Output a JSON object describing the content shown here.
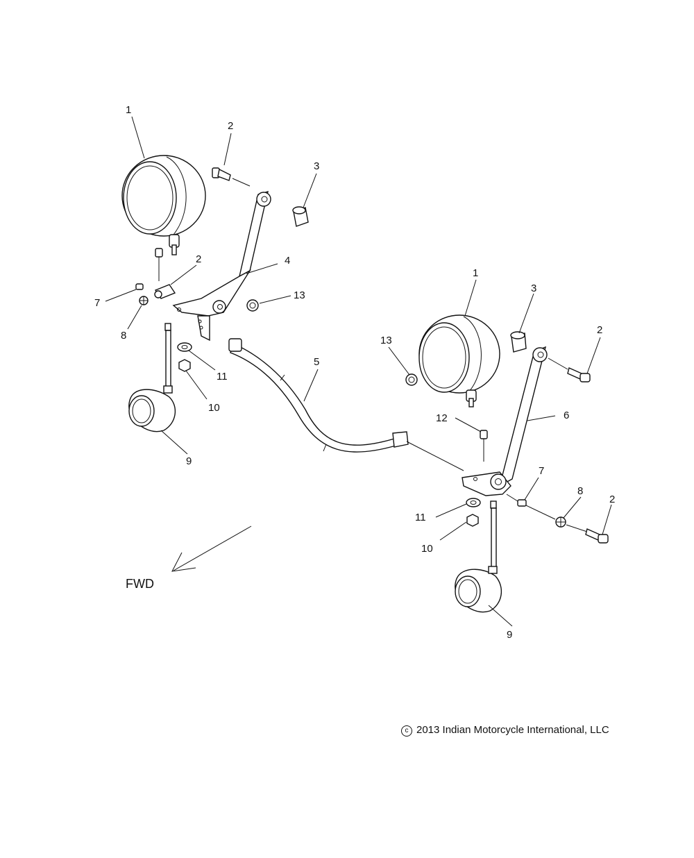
{
  "callouts": [
    {
      "id": "c1a",
      "label": "1"
    },
    {
      "id": "c2a",
      "label": "2"
    },
    {
      "id": "c3a",
      "label": "3"
    },
    {
      "id": "c2b",
      "label": "2"
    },
    {
      "id": "c4",
      "label": "4"
    },
    {
      "id": "c7a",
      "label": "7"
    },
    {
      "id": "c13a",
      "label": "13"
    },
    {
      "id": "c8a",
      "label": "8"
    },
    {
      "id": "c11a",
      "label": "11"
    },
    {
      "id": "c10a",
      "label": "10"
    },
    {
      "id": "c5",
      "label": "5"
    },
    {
      "id": "c9a",
      "label": "9"
    },
    {
      "id": "c1b",
      "label": "1"
    },
    {
      "id": "c3b",
      "label": "3"
    },
    {
      "id": "c2c",
      "label": "2"
    },
    {
      "id": "c13b",
      "label": "13"
    },
    {
      "id": "c12",
      "label": "12"
    },
    {
      "id": "c6",
      "label": "6"
    },
    {
      "id": "c7b",
      "label": "7"
    },
    {
      "id": "c8b",
      "label": "8"
    },
    {
      "id": "c2d",
      "label": "2"
    },
    {
      "id": "c11b",
      "label": "11"
    },
    {
      "id": "c10b",
      "label": "10"
    },
    {
      "id": "c9b",
      "label": "9"
    }
  ],
  "direction_label": "FWD",
  "copyright": {
    "symbol": "c",
    "text": "2013 Indian Motorcycle International, LLC"
  }
}
